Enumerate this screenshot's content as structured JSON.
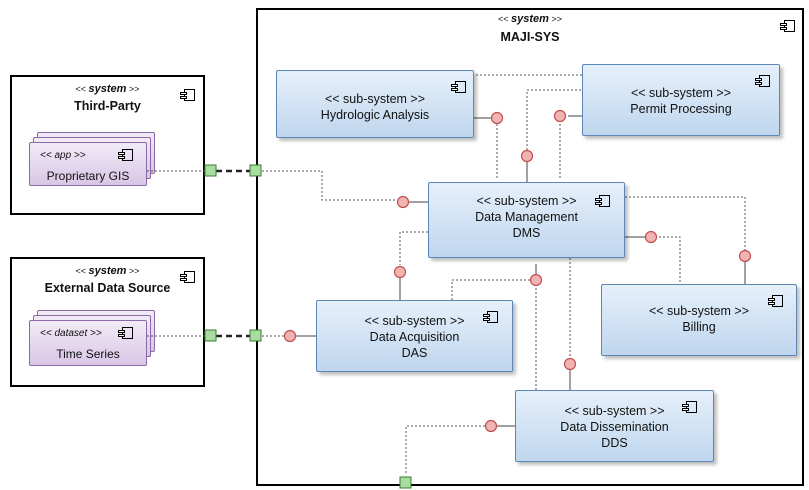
{
  "maji_sys": {
    "stereotype": "system",
    "name": "MAJI-SYS"
  },
  "third_party": {
    "stereotype": "system",
    "name": "Third-Party",
    "app": {
      "stereotype": "app",
      "name": "Proprietary GIS"
    }
  },
  "external": {
    "stereotype": "system",
    "name": "External Data Source",
    "dataset": {
      "stereotype": "dataset",
      "name": "Time Series"
    }
  },
  "subsystems": {
    "hydro": {
      "stereotype": "<< sub-system >>",
      "name": "Hydrologic Analysis",
      "abbr": ""
    },
    "permit": {
      "stereotype": "<< sub-system >>",
      "name": "Permit Processing",
      "abbr": ""
    },
    "dms": {
      "stereotype": "<< sub-system >>",
      "name": "Data Management",
      "abbr": "DMS"
    },
    "das": {
      "stereotype": "<< sub-system >>",
      "name": "Data Acquisition",
      "abbr": "DAS"
    },
    "billing": {
      "stereotype": "<< sub-system >>",
      "name": "Billing",
      "abbr": ""
    },
    "dds": {
      "stereotype": "<< sub-system >>",
      "name": "Data Dissemination",
      "abbr": "DDS"
    }
  },
  "colors": {
    "subsystem_fill": "#cfe0f3",
    "subsystem_border": "#5b86b5",
    "artifact_fill": "#e3d5ee",
    "port_fill": "#a9dca0",
    "socket": "#e07a7a"
  }
}
